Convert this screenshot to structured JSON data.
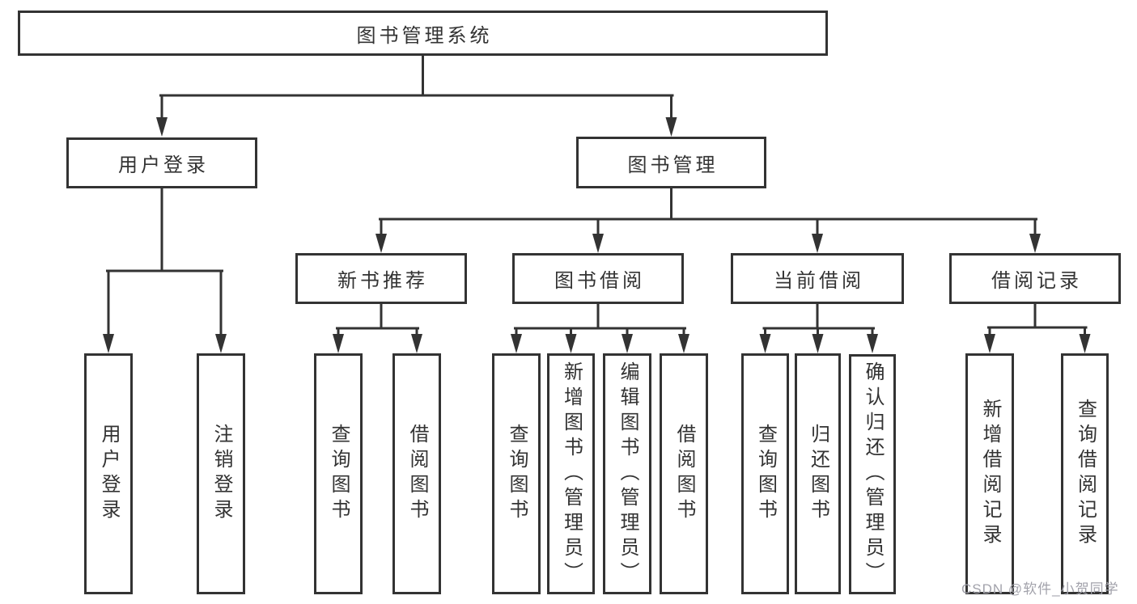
{
  "diagram": {
    "root": {
      "label": "图书管理系统"
    },
    "level2": [
      {
        "label": "用户登录"
      },
      {
        "label": "图书管理"
      }
    ],
    "level3": [
      {
        "label": "新书推荐"
      },
      {
        "label": "图书借阅"
      },
      {
        "label": "当前借阅"
      },
      {
        "label": "借阅记录"
      }
    ],
    "leaves": [
      {
        "label": "用户登录"
      },
      {
        "label": "注销登录"
      },
      {
        "label": "查询图书"
      },
      {
        "label": "借阅图书"
      },
      {
        "label": "查询图书"
      },
      {
        "label": "新增图书（管理员）"
      },
      {
        "label": "编辑图书（管理员）"
      },
      {
        "label": "借阅图书"
      },
      {
        "label": "查询图书"
      },
      {
        "label": "归还图书"
      },
      {
        "label": "确认归还（管理员）"
      },
      {
        "label": "新增借阅记录"
      },
      {
        "label": "查询借阅记录"
      }
    ]
  },
  "watermark": {
    "text": "CSDN @软件_小贺同学"
  },
  "colors": {
    "line": "#333333",
    "text": "#333333",
    "box_background": "#ffffff",
    "page_background": "#ffffff",
    "watermark": "#a2a2ab"
  }
}
